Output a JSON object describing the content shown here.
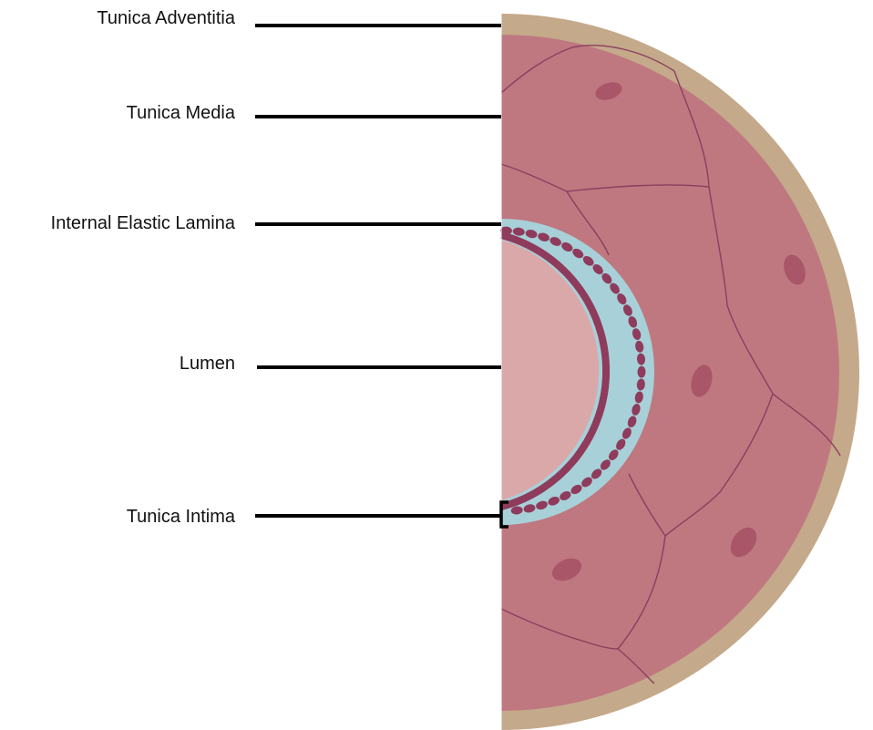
{
  "diagram": {
    "labels": {
      "adventitia": "Tunica Adventitia",
      "media": "Tunica Media",
      "elastic_lamina": "Internal Elastic Lamina",
      "lumen": "Lumen",
      "intima": "Tunica Intima"
    },
    "colors": {
      "adventitia": "#c4a98a",
      "media": "#bf7880",
      "media_lines": "#8b3f5f",
      "nucleus": "#a85668",
      "elastic_lamina": "#a8d0d8",
      "endothelium": "#8e3b5c",
      "lumen": "#dba8a9",
      "leader": "#000000"
    }
  }
}
